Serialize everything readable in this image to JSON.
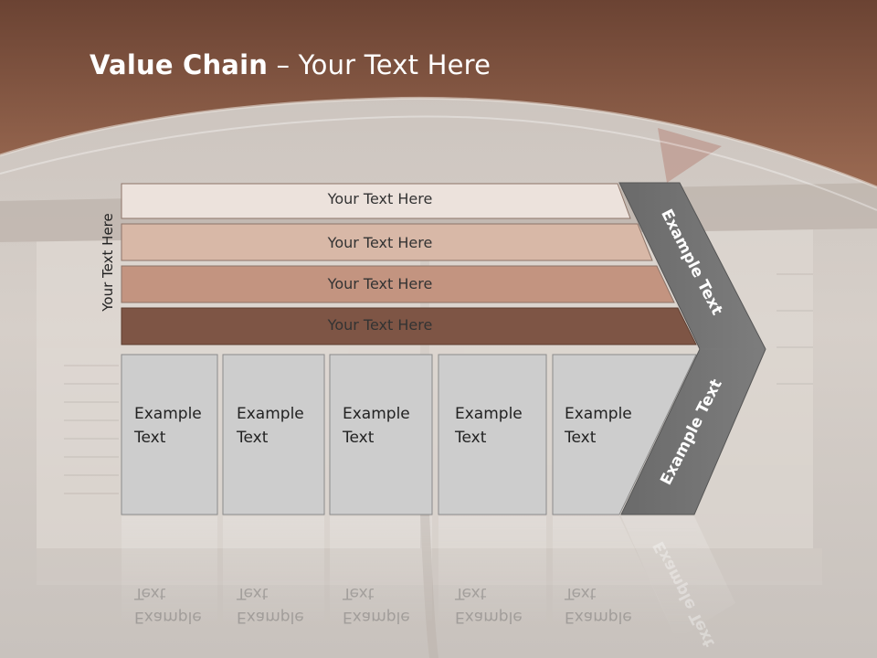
{
  "slide": {
    "title_bold": "Value Chain",
    "title_rest": " – Your Text Here",
    "side_label": "Your Text Here",
    "rows": [
      {
        "label": "Your Text Here",
        "color": "#ece2dc"
      },
      {
        "label": "Your Text Here",
        "color": "#d8b8a7"
      },
      {
        "label": "Your Text Here",
        "color": "#c39480"
      },
      {
        "label": "Your Text Here",
        "color": "#7e5545"
      }
    ],
    "boxes": [
      {
        "line1": "Example",
        "line2": "Text"
      },
      {
        "line1": "Example",
        "line2": "Text"
      },
      {
        "line1": "Example",
        "line2": "Text"
      },
      {
        "line1": "Example",
        "line2": "Text"
      },
      {
        "line1": "Example",
        "line2": "Text"
      }
    ],
    "chevron_top": "Example Text",
    "chevron_bottom": "Example Text",
    "colors": {
      "header_brown": "#8e5c45",
      "chevron_gray": "#6f6f6f",
      "box_gray": "#cdcdcd"
    }
  }
}
